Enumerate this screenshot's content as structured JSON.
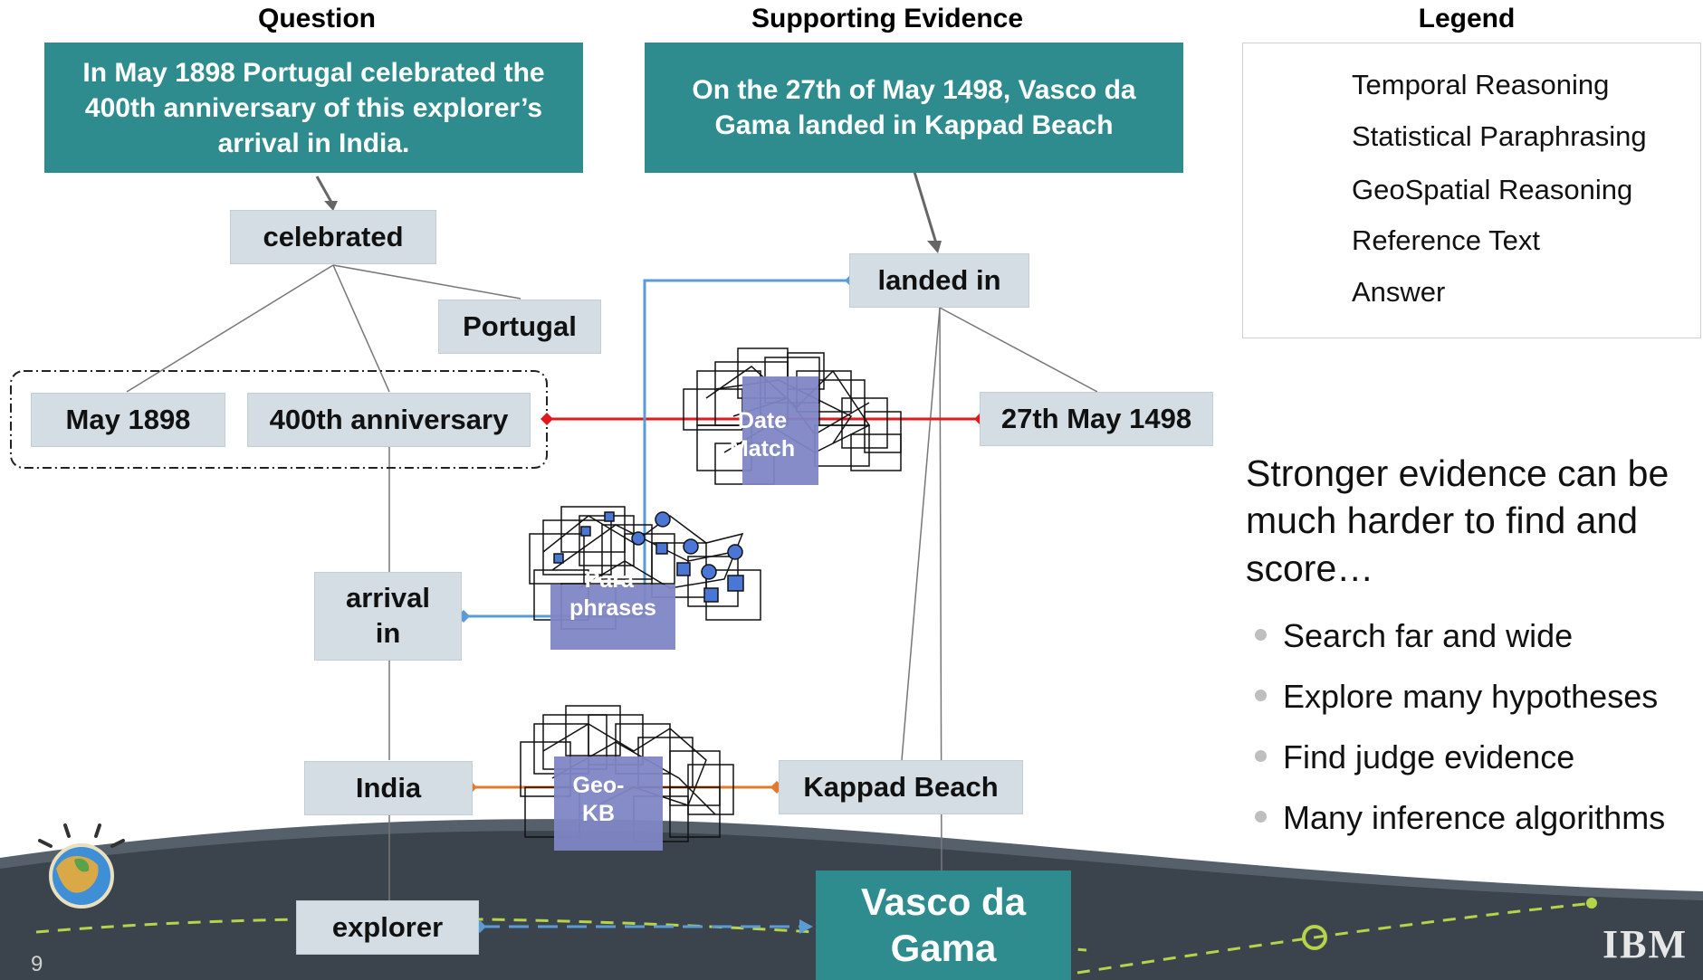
{
  "headers": {
    "question": "Question",
    "evidence": "Supporting Evidence",
    "legend": "Legend"
  },
  "question_text": "In May 1898 Portugal celebrated the 400th anniversary of this explorer’s arrival in India.",
  "evidence_text": "On the 27th of May 1498, Vasco da Gama landed in Kappad Beach",
  "nodes": {
    "celebrated": "celebrated",
    "portugal": "Portugal",
    "may1898": "May 1898",
    "anniversary": "400th anniversary",
    "arrival": "arrival in",
    "india": "India",
    "explorer": "explorer",
    "landed": "landed in",
    "date1498": "27th May 1498",
    "kappad": "Kappad Beach",
    "answer": "Vasco da Gama"
  },
  "modules": {
    "date": "Date Match",
    "para": "Para- phrases",
    "geo": "Geo- KB"
  },
  "legend": [
    {
      "label": "Temporal Reasoning",
      "color": "#e0191e",
      "kind": "line"
    },
    {
      "label": "Statistical Paraphrasing",
      "color": "#5b9bd5",
      "kind": "line"
    },
    {
      "label": "GeoSpatial Reasoning",
      "color": "#e07b2e",
      "kind": "line"
    },
    {
      "label": "Reference Text",
      "color": "#d3dde3",
      "kind": "swatch"
    },
    {
      "label": "Answer",
      "color": "#3e6f84",
      "kind": "swatch"
    }
  ],
  "side": {
    "headline": "Stronger evidence can be much harder to find and score…",
    "bullets": [
      "Search far and wide",
      "Explore many hypotheses",
      "Find judge evidence",
      "Many inference algorithms"
    ]
  },
  "footer": {
    "page_number": "9",
    "logo": "IBM"
  }
}
